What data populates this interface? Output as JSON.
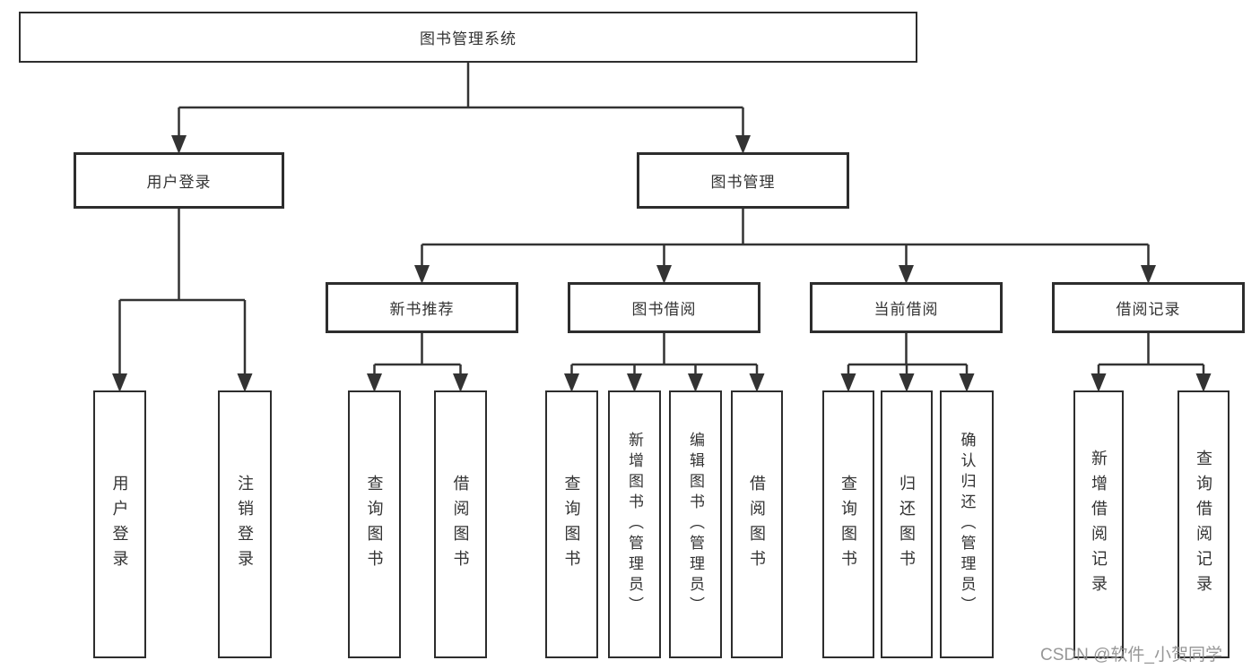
{
  "diagram": {
    "type": "hierarchy-tree",
    "root": {
      "label": "图书管理系统"
    },
    "branches": [
      {
        "label": "用户登录",
        "children": [
          {
            "label": "用户登录"
          },
          {
            "label": "注销登录"
          }
        ]
      },
      {
        "label": "图书管理",
        "children": [
          {
            "label": "新书推荐",
            "children": [
              {
                "label": "查询图书"
              },
              {
                "label": "借阅图书"
              }
            ]
          },
          {
            "label": "图书借阅",
            "children": [
              {
                "label": "查询图书"
              },
              {
                "label": "新增图书（管理员）"
              },
              {
                "label": "编辑图书（管理员）"
              },
              {
                "label": "借阅图书"
              }
            ]
          },
          {
            "label": "当前借阅",
            "children": [
              {
                "label": "查询图书"
              },
              {
                "label": "归还图书"
              },
              {
                "label": "确认归还（管理员）"
              }
            ]
          },
          {
            "label": "借阅记录",
            "children": [
              {
                "label": "新增借阅记录"
              },
              {
                "label": "查询借阅记录"
              }
            ]
          }
        ]
      }
    ]
  },
  "watermark": {
    "text": "CSDN @软件_小贺同学"
  },
  "colors": {
    "line": "#333333",
    "box_border": "#2d2d2d",
    "text": "#333333",
    "background": "#ffffff",
    "watermark": "#8c8c8c"
  }
}
